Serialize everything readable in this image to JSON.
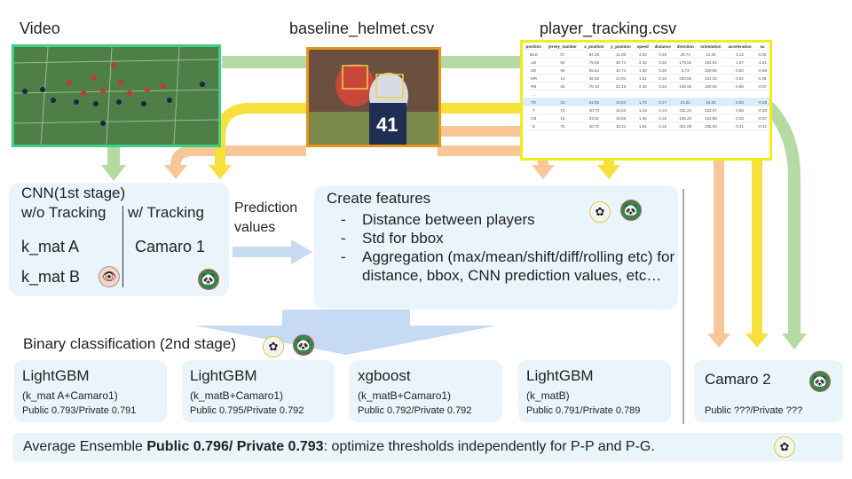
{
  "inputs": {
    "video_label": "Video",
    "helmet_label": "baseline_helmet.csv",
    "tracking_label": "player_tracking.csv",
    "helmet_jersey": "41"
  },
  "tracking_table": {
    "headers": [
      "position",
      "jersey_number",
      "x_position",
      "y_position",
      "speed",
      "distance",
      "direction",
      "orientation",
      "acceleration",
      "sa"
    ],
    "rows": [
      [
        "MLB",
        "57",
        "84.28",
        "11.08",
        "4.83",
        "0.48",
        "20.74",
        "12.40",
        "3.13",
        "0.05"
      ],
      [
        "LB",
        "50",
        "79.05",
        "39.74",
        "3.15",
        "0.32",
        "179.52",
        "184.81",
        "1.87",
        "-1.61"
      ],
      [
        "DE",
        "99",
        "85.64",
        "10.74",
        "1.80",
        "0.20",
        "6.73",
        "339.85",
        "0.60",
        "-0.89"
      ],
      [
        "WR",
        "14",
        "36.55",
        "14.94",
        "1.61",
        "0.16",
        "330.55",
        "344.03",
        "0.62",
        "0.39"
      ],
      [
        "RB",
        "40",
        "76.10",
        "32.15",
        "3.36",
        "0.34",
        "166.59",
        "180.56",
        "0.66",
        "-0.07"
      ],
      [
        "...",
        "",
        "",
        "",
        "",
        "",
        "",
        "",
        "",
        ""
      ],
      [
        "TE",
        "23",
        "61.05",
        "10.63",
        "1.70",
        "0.17",
        "21.01",
        "16.32",
        "0.30",
        "-0.28"
      ],
      [
        "T",
        "72",
        "40.73",
        "16.52",
        "1.19",
        "0.13",
        "331.22",
        "332.97",
        "0.58",
        "-0.38"
      ],
      [
        "CB",
        "15",
        "33.01",
        "19.65",
        "1.48",
        "0.15",
        "165.22",
        "162.88",
        "0.35",
        "-0.07"
      ],
      [
        "G",
        "70",
        "40.72",
        "19.24",
        "1.54",
        "0.15",
        "341.06",
        "335.00",
        "0.41",
        "-0.41"
      ]
    ]
  },
  "cnn": {
    "title": "CNN(1st stage)",
    "col1_header": "w/o Tracking",
    "col2_header": "w/ Tracking",
    "item_a": "k_mat A",
    "item_b": "k_mat B",
    "camaro": "Camaro 1"
  },
  "prediction": {
    "line1": "Prediction",
    "line2": "values"
  },
  "features": {
    "title": "Create features",
    "items": [
      "Distance between players",
      "Std for bbox",
      "Aggregation (max/mean/shift/diff/rolling etc) for distance, bbox, CNN prediction values, etc…"
    ]
  },
  "binary": {
    "title": "Binary classification (2nd stage)"
  },
  "models": [
    {
      "name": "LightGBM",
      "inputs": "(k_mat A+Camaro1)",
      "score": "Public 0.793/Private 0.791"
    },
    {
      "name": "LightGBM",
      "inputs": "(k_matB+Camaro1)",
      "score": "Public 0.795/Private 0.792"
    },
    {
      "name": "xgboost",
      "inputs": "(k_matB+Camaro1)",
      "score": "Public 0.792/Private 0.792"
    },
    {
      "name": "LightGBM",
      "inputs": "(k_matB)",
      "score": "Public 0.791/Private 0.789"
    }
  ],
  "camaro2": {
    "name": "Camaro 2",
    "score": "Public ???/Private ???"
  },
  "ensemble": {
    "prefix": "Average Ensemble ",
    "public": "Public 0.796/",
    "private": " Private 0.793",
    "suffix": ": optimize thresholds independently for P-P and P-G."
  },
  "colors": {
    "green": "#3fcf84",
    "orange": "#e8951e",
    "yellow": "#f2ec1b",
    "arrow_green": "#b5dba3",
    "arrow_orange": "#f7c79a",
    "arrow_yellow": "#f7df3c",
    "arrow_blue": "#c6daf4",
    "box_fill": "#eaf4fb"
  },
  "icons": [
    "gear-avatar-icon",
    "panda-avatar-icon",
    "eye-avatar-icon"
  ]
}
